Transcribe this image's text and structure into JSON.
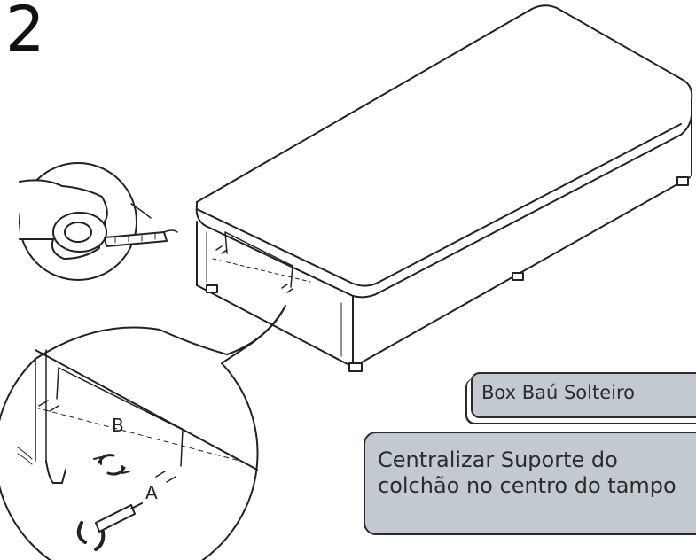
{
  "step": {
    "number": "2"
  },
  "labels": {
    "product": "Box Baú Solteiro",
    "instruction_line1": "Centralizar Suporte do",
    "instruction_line2": "colchão no centro do tampo"
  },
  "detail": {
    "label_a": "A",
    "label_b": "B"
  },
  "colors": {
    "callout_fill": "#c3c9d0",
    "outline": "#2b2b2b"
  },
  "icons": [
    "tape-measure-icon",
    "screwdriver-icon",
    "rotate-icon"
  ]
}
